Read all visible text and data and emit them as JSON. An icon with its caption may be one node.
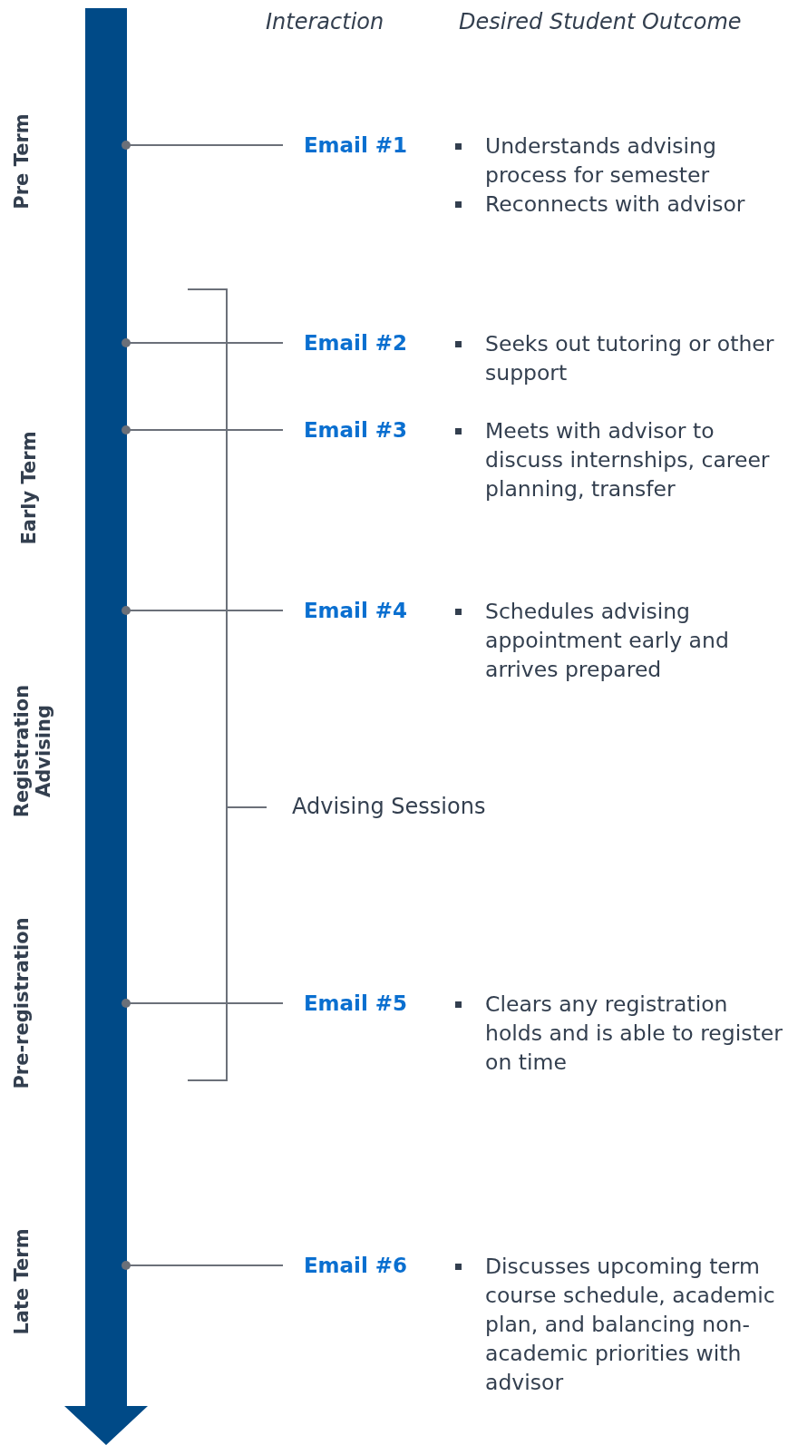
{
  "diagram": {
    "nodes": [
      {
        "text": [],
        "shape": "arrow"
      },
      {
        "text": [
          "Email #1"
        ],
        "beside": [
          "Understands advising process for semester",
          "Reconnects with advisor"
        ]
      },
      {
        "text": [
          "Email #2"
        ],
        "beside": [
          "Seeks out tutoring or other support"
        ]
      },
      {
        "text": [
          "Email #3"
        ],
        "beside": [
          "Meets with advisor to discuss internships, career planning, transfer"
        ]
      },
      {
        "text": [
          "Email #4"
        ],
        "beside": [
          "Schedules advising appointment early and arrives prepared"
        ]
      },
      {
        "text": [
          "Email #5"
        ],
        "beside": [
          "Clears any registration holds and is able to register on time"
        ]
      },
      {
        "text": [
          "Email #6"
        ],
        "beside": [
          "Discusses upcoming term course schedule, academic plan, and balancing non-academic priorities with advisor"
        ]
      }
    ],
    "edges": [
      {
        "from": 0,
        "to": 1,
        "arrow": "other"
      },
      {
        "from": 0,
        "to": 2,
        "arrow": "other"
      },
      {
        "from": 0,
        "to": 3,
        "arrow": "other"
      },
      {
        "from": 0,
        "to": 4,
        "arrow": "other"
      },
      {
        "from": 0,
        "to": 5,
        "arrow": "other"
      },
      {
        "from": 0,
        "to": 6,
        "arrow": "other"
      }
    ],
    "labels": [
      "Interaction",
      "Desired Student Outcome",
      "Pre Term",
      "Early Term",
      "Registration Advising",
      "Advising Sessions",
      "Pre-registration",
      "Late Term"
    ]
  }
}
